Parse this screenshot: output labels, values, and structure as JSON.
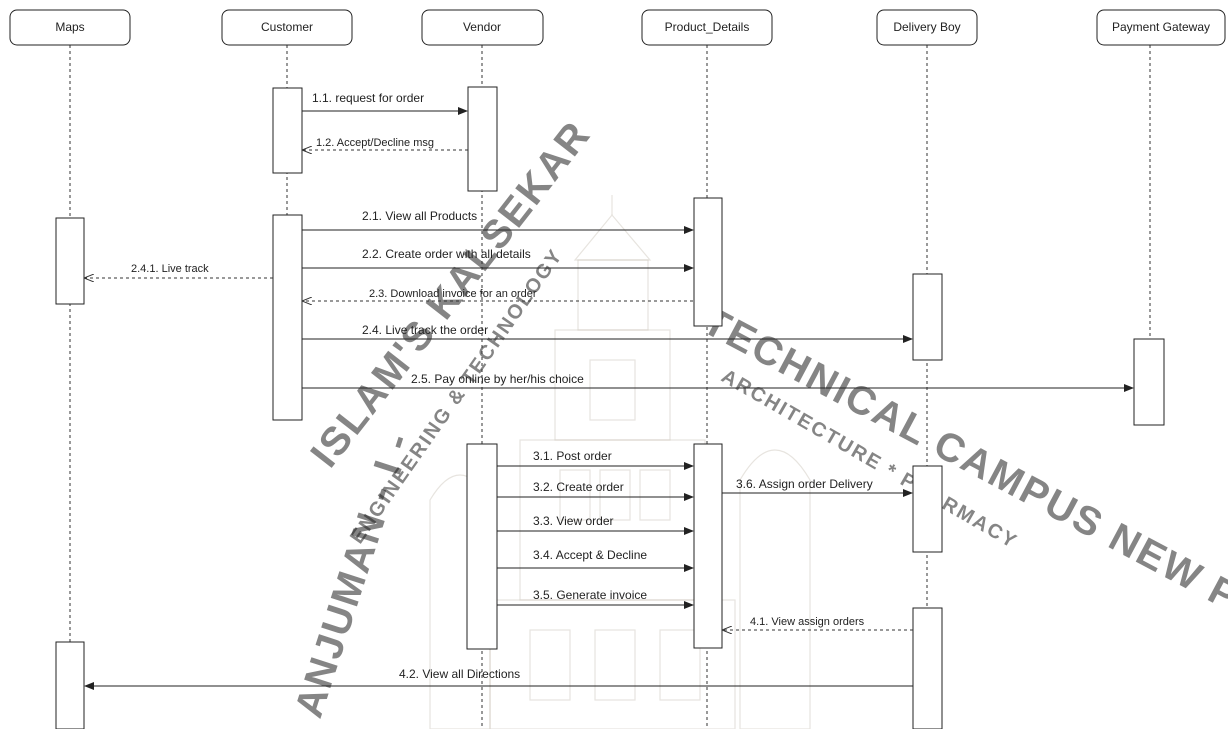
{
  "participants": [
    {
      "id": "maps",
      "name": "Maps"
    },
    {
      "id": "customer",
      "name": "Customer"
    },
    {
      "id": "vendor",
      "name": "Vendor"
    },
    {
      "id": "product",
      "name": "Product_Details"
    },
    {
      "id": "delivery",
      "name": "Delivery Boy"
    },
    {
      "id": "payment",
      "name": "Payment Gateway"
    }
  ],
  "messages": [
    {
      "id": "m1_1",
      "text": "1.1. request for order",
      "from": "customer",
      "to": "vendor",
      "kind": "sync"
    },
    {
      "id": "m1_2",
      "text": "1.2. Accept/Decline msg",
      "from": "vendor",
      "to": "customer",
      "kind": "return"
    },
    {
      "id": "m2_1",
      "text": "2.1. View all Products",
      "from": "customer",
      "to": "product",
      "kind": "sync"
    },
    {
      "id": "m2_2",
      "text": "2.2. Create order with all details",
      "from": "customer",
      "to": "product",
      "kind": "sync"
    },
    {
      "id": "m2_4_1",
      "text": "2.4.1. Live track",
      "from": "customer",
      "to": "maps",
      "kind": "return"
    },
    {
      "id": "m2_3",
      "text": "2.3. Download invoice for an order",
      "from": "product",
      "to": "customer",
      "kind": "return"
    },
    {
      "id": "m2_4",
      "text": "2.4. Live track the order",
      "from": "customer",
      "to": "delivery",
      "kind": "sync"
    },
    {
      "id": "m2_5",
      "text": "2.5. Pay online by her/his choice",
      "from": "customer",
      "to": "payment",
      "kind": "sync"
    },
    {
      "id": "m3_1",
      "text": "3.1. Post order",
      "from": "vendor",
      "to": "product",
      "kind": "sync"
    },
    {
      "id": "m3_2",
      "text": "3.2. Create order",
      "from": "vendor",
      "to": "product",
      "kind": "sync"
    },
    {
      "id": "m3_6",
      "text": "3.6. Assign order Delivery",
      "from": "product",
      "to": "delivery",
      "kind": "sync"
    },
    {
      "id": "m3_3",
      "text": "3.3. View order",
      "from": "vendor",
      "to": "product",
      "kind": "sync"
    },
    {
      "id": "m3_4",
      "text": "3.4. Accept & Decline",
      "from": "vendor",
      "to": "product",
      "kind": "sync"
    },
    {
      "id": "m3_5",
      "text": "3.5. Generate invoice",
      "from": "vendor",
      "to": "product",
      "kind": "sync"
    },
    {
      "id": "m4_1",
      "text": "4.1. View assign orders",
      "from": "delivery",
      "to": "product",
      "kind": "return"
    },
    {
      "id": "m4_2",
      "text": "4.2. View all Directions",
      "from": "delivery",
      "to": "maps",
      "kind": "sync"
    }
  ],
  "watermark": {
    "arc_left": "ISLAM'S KALSEKAR",
    "arc_right": "TECHNICAL CAMPUS NEW PANVEL",
    "sub_left": "ENGINEERING & TECHNOLOGY",
    "sub_right": "ARCHITECTURE * PHARMACY",
    "prefix": "ANJUMAN - I -"
  }
}
